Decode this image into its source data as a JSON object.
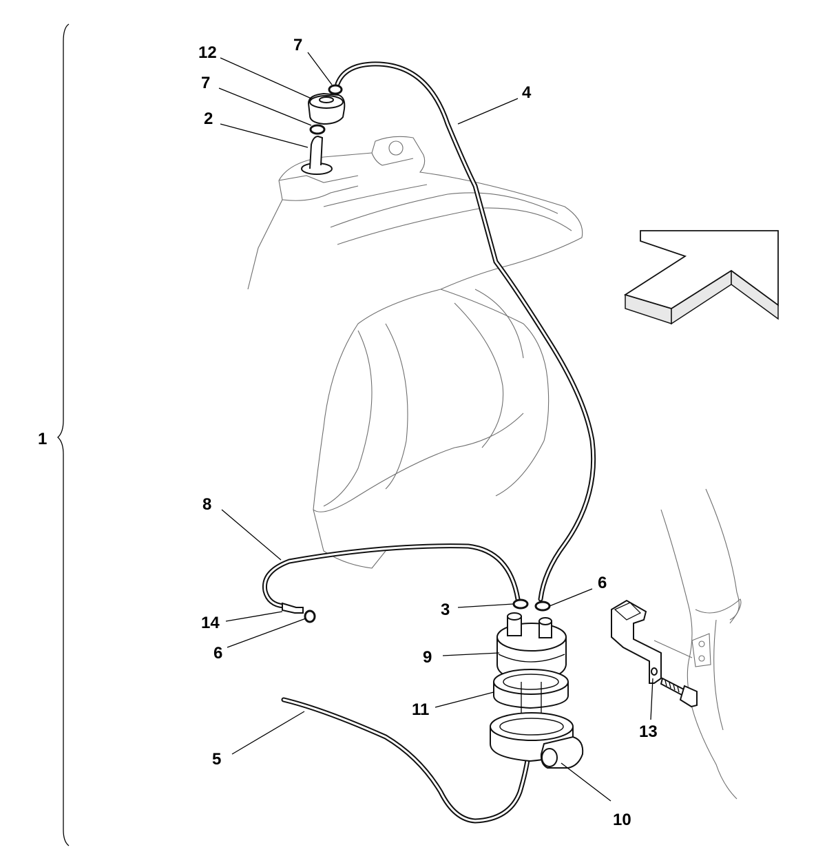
{
  "diagram": {
    "group_label": "1",
    "callouts": {
      "c12": "12",
      "c7a": "7",
      "c7b": "7",
      "c2": "2",
      "c4": "4",
      "c8": "8",
      "c6a": "6",
      "c14": "14",
      "c6b": "6",
      "c3": "3",
      "c9": "9",
      "c11": "11",
      "c5": "5",
      "c10": "10",
      "c13": "13"
    },
    "direction_arrow": "arrow-right-up-icon"
  }
}
